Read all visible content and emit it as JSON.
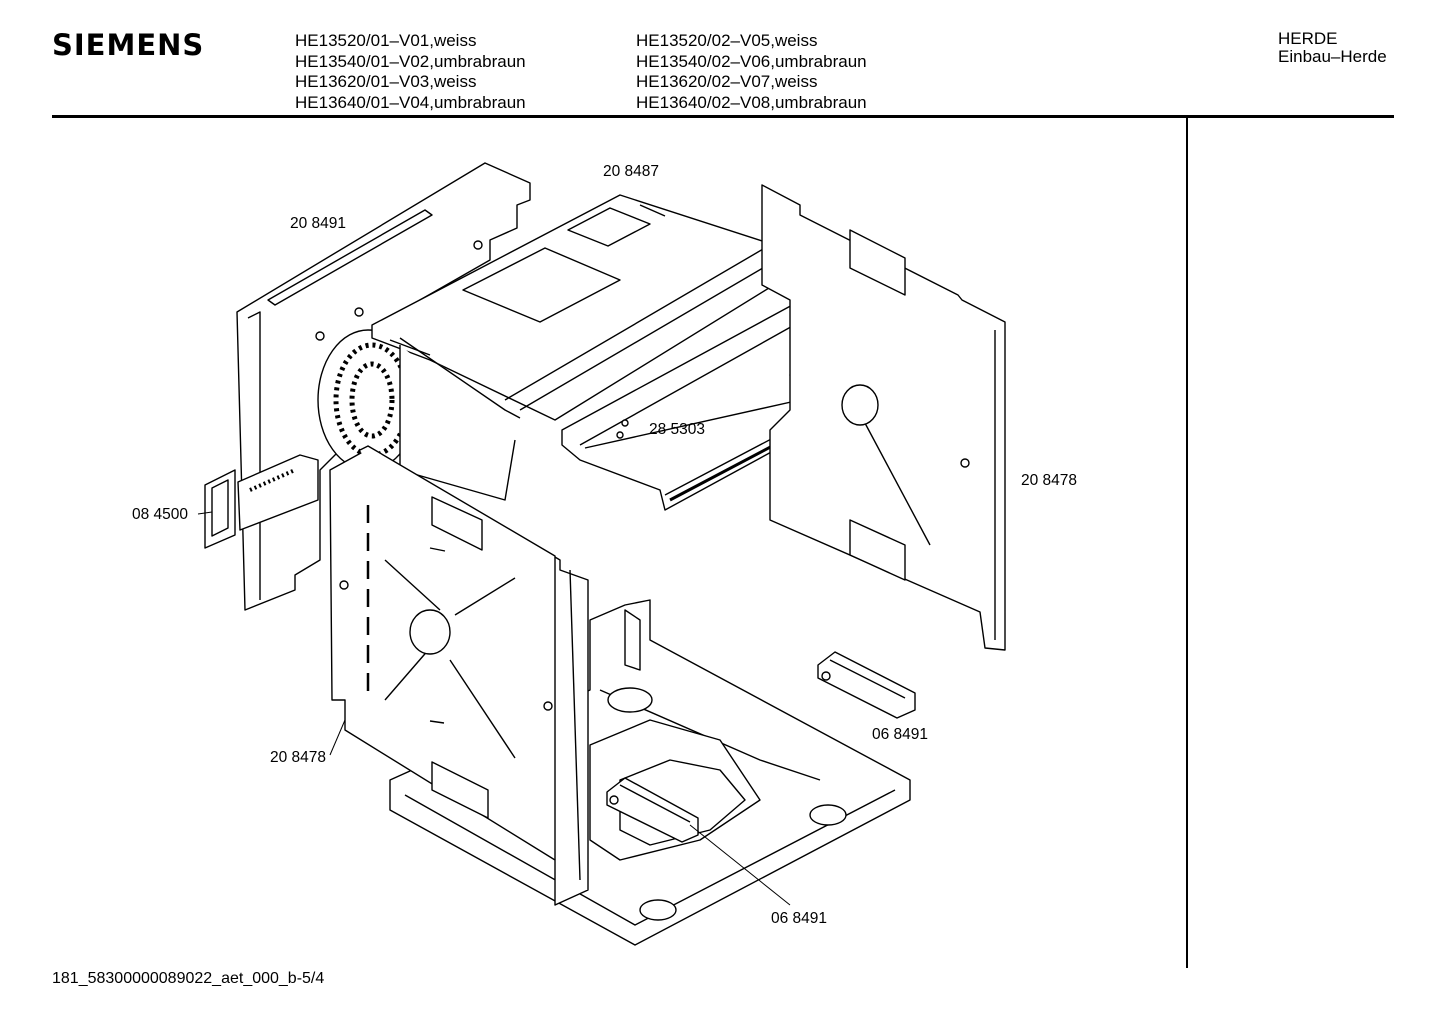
{
  "brand": "SIEMENS",
  "models": {
    "column_1": [
      "HE13520/01–V01,weiss",
      "HE13540/01–V02,umbrabraun",
      "HE13620/01–V03,weiss",
      "HE13640/01–V04,umbrabraun"
    ],
    "column_2": [
      "HE13520/02–V05,weiss",
      "HE13540/02–V06,umbrabraun",
      "HE13620/02–V07,weiss",
      "HE13640/02–V08,umbrabraun"
    ]
  },
  "category": {
    "line1": "HERDE",
    "line2": "Einbau–Herde"
  },
  "part_labels": {
    "top_panel": "20 8487",
    "left_back_panel": "20 8491",
    "right_side_panel": "20 8478",
    "left_side_panel": "20 8478",
    "connector": "08 4500",
    "rail_panel": "28 5303",
    "clip_right": "06 8491",
    "clip_bottom": "06 8491"
  },
  "footer": "181_58300000089022_aet_000_b-5/4"
}
